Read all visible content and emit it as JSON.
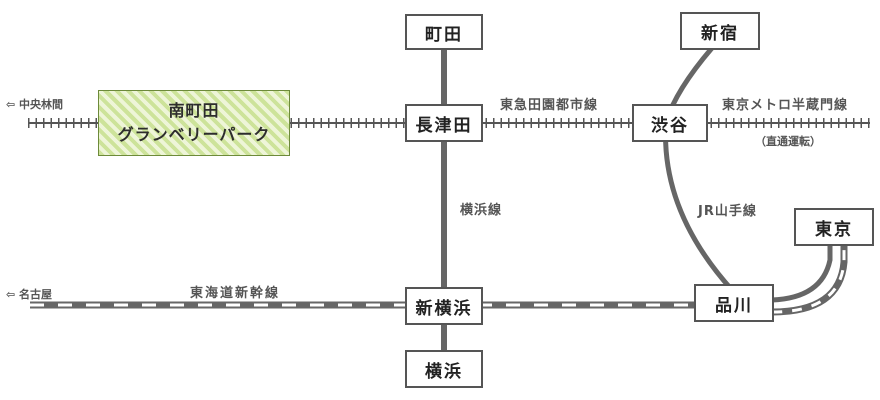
{
  "map": {
    "stations": {
      "machida": "町田",
      "nagatsuta": "長津田",
      "shinyokohama": "新横浜",
      "yokohama": "横浜",
      "shinjuku": "新宿",
      "shibuya": "渋谷",
      "shinagawa": "品川",
      "tokyo": "東京",
      "highlight": {
        "line1": "南町田",
        "line2": "グランベリーパーク"
      }
    },
    "lines": {
      "denentoshi": "東急田園都市線",
      "hanzomon": "東京メトロ半蔵門線",
      "hanzomon_note": "（直通運転）",
      "yokohama_line": "横浜線",
      "yamanote": "JR山手線",
      "tokaido": "東海道新幹線"
    },
    "directions": {
      "west_top": "⇦ 中央林間",
      "west_bottom": "⇦ 名古屋"
    },
    "colors": {
      "track": "#666666",
      "highlight": "#cde39a",
      "highlight_border": "#6d8a3a"
    }
  }
}
